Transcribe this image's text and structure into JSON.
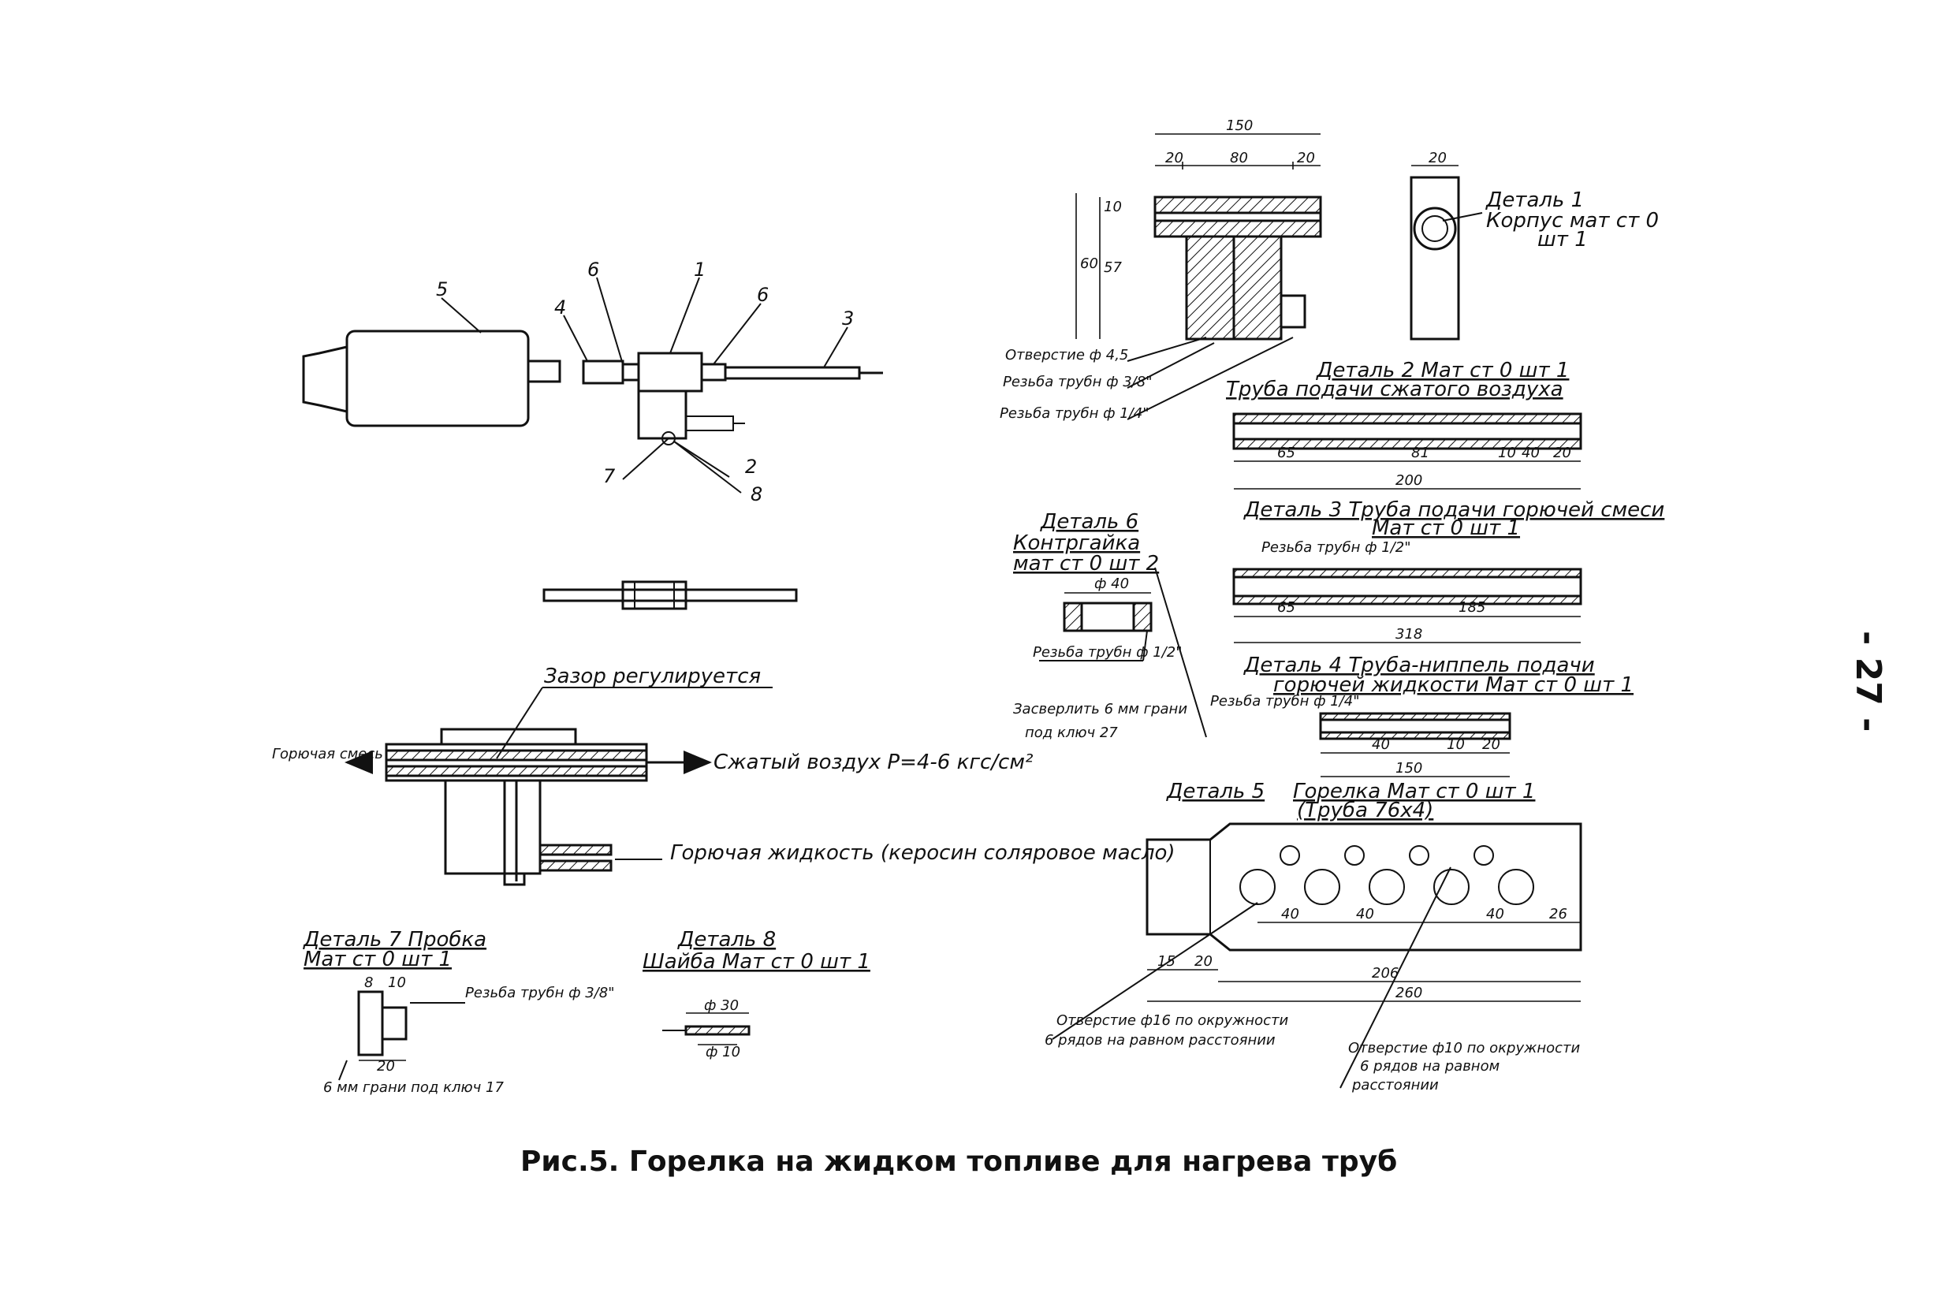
{
  "page": {
    "number": "- 27 -"
  },
  "caption": "Рис.5. Горелка на жидком топливе для нагрева труб",
  "assembly": {
    "callouts": [
      "5",
      "4",
      "6",
      "1",
      "6",
      "3",
      "7",
      "2",
      "8"
    ],
    "flow_labels": {
      "gap": "Зазор регулируется",
      "mixture": "Горючая смесь",
      "air": "Сжатый воздух Р=4-6 кгс/см²",
      "fuel": "Горючая жидкость (керосин соляровое масло)"
    }
  },
  "details": {
    "d1": {
      "title": "Деталь 1",
      "line2": "Корпус мат ст 0",
      "line3": "шт 1",
      "dims": [
        "150",
        "20",
        "80",
        "20",
        "10",
        "60",
        "57",
        "20"
      ],
      "notes": [
        "Отверстие ф 4,5",
        "Резьба трубн ф 3/8\"",
        "Резьба трубн ф 1/4\""
      ]
    },
    "d2": {
      "title": "Деталь 2  Мат ст 0 шт 1",
      "subtitle": "Труба подачи сжатого воздуха",
      "dims": [
        "65",
        "81",
        "10",
        "40",
        "20",
        "200"
      ]
    },
    "d3": {
      "title": "Деталь 3  Труба подачи горючей смеси",
      "subtitle": "Мат ст 0  шт 1",
      "note": "Резьба трубн ф 1/2\"",
      "dims": [
        "65",
        "185",
        "318"
      ]
    },
    "d4": {
      "title": "Деталь 4  Труба-ниппель подачи",
      "subtitle": "горючей жидкости  Мат ст 0  шт 1",
      "note": "Резьба трубн ф 1/4\"",
      "dims": [
        "40",
        "10",
        "20",
        "150"
      ]
    },
    "d5": {
      "title": "Деталь 5",
      "subtitle": "Горелка  Мат ст 0  шт 1",
      "sub2": "(Труба 76x4)",
      "dims": [
        "40",
        "40",
        "40",
        "26",
        "15",
        "20",
        "206",
        "260"
      ],
      "notes": [
        "Отверстие ф16 по окружности",
        "6 рядов на равном расстоянии",
        "Отверстие ф10 по окружности",
        "6 рядов на равном",
        "расстоянии"
      ]
    },
    "d6": {
      "title": "Деталь 6",
      "line2": "Контргайка",
      "line3": "мат ст 0  шт 2",
      "dim": "ф 40",
      "note1": "Резьба трубн ф 1/2\"",
      "note2": "Засверлить 6 мм грани",
      "note3": "под ключ 27"
    },
    "d7": {
      "title": "Деталь 7  Пробка",
      "subtitle": "Мат ст 0  шт 1",
      "note": "Резьба трубн ф 3/8\"",
      "dims": [
        "8",
        "10",
        "20"
      ],
      "note2": "6 мм грани под ключ 17"
    },
    "d8": {
      "title": "Деталь 8",
      "subtitle": "Шайба  Мат ст 0  шт 1",
      "dims": [
        "ф 30",
        "ф 10"
      ]
    }
  }
}
